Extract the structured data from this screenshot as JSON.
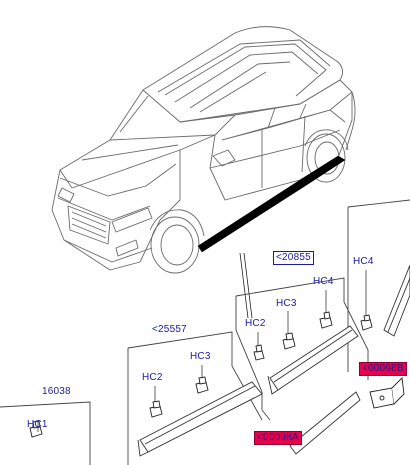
{
  "labels": {
    "part_20855": "<20855",
    "part_25557": "<25557",
    "part_16038": "16038",
    "hc4_top_right": "HC4",
    "hc4_mid": "HC4",
    "hc3_mid": "HC3",
    "hc2_mid": "HC2",
    "hc3_left": "HC3",
    "hc2_left": "HC2",
    "hc1": "HC1",
    "part_00098b": "<00098B",
    "part_00098a": "<00098A"
  },
  "colors": {
    "label_text": "#1a1aa6",
    "highlight": "#e8004a",
    "outline": "#555555",
    "accent_part": "#000000"
  }
}
